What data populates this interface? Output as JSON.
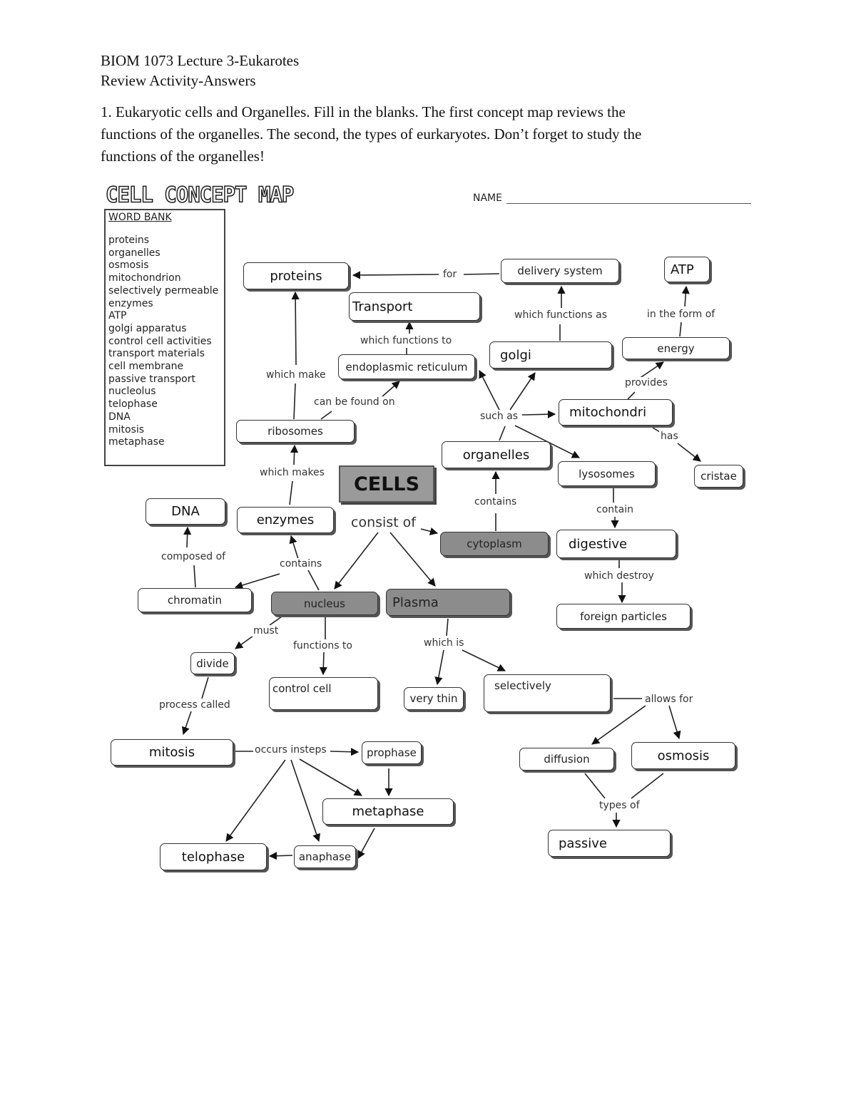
{
  "header": {
    "line1": "BIOM 1073 Lecture 3-Eukarotes",
    "line2": "Review Activity-Answers",
    "instructions": [
      "1. Eukaryotic cells and Organelles. Fill in the blanks. The first concept map reviews the",
      "functions of the organelles. The second, the types of eurkaryotes. Don’t forget to study the",
      "functions of the organelles!"
    ]
  },
  "map": {
    "title": "CELL CONCEPT MAP",
    "name_label": "NAME",
    "word_bank": {
      "title": "WORD BANK",
      "items": [
        "proteins",
        "organelles",
        "osmosis",
        "mitochondrion",
        "selectively permeable",
        "enzymes",
        "ATP",
        "golgi apparatus",
        "control  cell activities",
        "transport materials",
        "cell membrane",
        "passive transport",
        "nucleolus",
        "telophase",
        "DNA",
        "mitosis",
        "metaphase"
      ]
    },
    "center": {
      "cells": "CELLS",
      "consist_of": "consist of"
    },
    "nodes": {
      "proteins": "proteins",
      "delivery_system": "delivery system",
      "atp": "ATP",
      "transport": "Transport",
      "golgi": "golgi",
      "energy": "energy",
      "er": "endoplasmic reticulum",
      "mitochondri": "mitochondri",
      "ribosomes": "ribosomes",
      "organelles": "organelles",
      "lysosomes": "lysosomes",
      "cristae": "cristae",
      "dna": "DNA",
      "enzymes": "enzymes",
      "cytoplasm": "cytoplasm",
      "digestive": "digestive",
      "chromatin": "chromatin",
      "nucleus": "nucleus",
      "plasma": "Plasma",
      "foreign_particles": "foreign particles",
      "divide": "divide",
      "control_cell": "control cell",
      "very_thin": "very thin",
      "selectively": "selectively",
      "mitosis": "mitosis",
      "prophase": "prophase",
      "diffusion": "diffusion",
      "osmosis": "osmosis",
      "metaphase": "metaphase",
      "passive": "passive",
      "telophase": "telophase",
      "anaphase": "anaphase"
    },
    "links": {
      "for": "for",
      "which_functions_as": "which functions as",
      "in_the_form_of": "in the form of",
      "which_functions_to": "which functions to",
      "which_make": "which make",
      "provides": "provides",
      "can_be_found_on": "can be found on",
      "such_as": "such as",
      "has": "has",
      "which_makes": "which makes",
      "contains_org": "contains",
      "contain": "contain",
      "composed_of": "composed of",
      "contains_enz": "contains",
      "which_destroy": "which destroy",
      "must": "must",
      "functions_to": "functions to",
      "which_is": "which is",
      "process_called": "process called",
      "allows_for": "allows for",
      "occurs_insteps": "occurs insteps",
      "types_of": "types of"
    }
  }
}
